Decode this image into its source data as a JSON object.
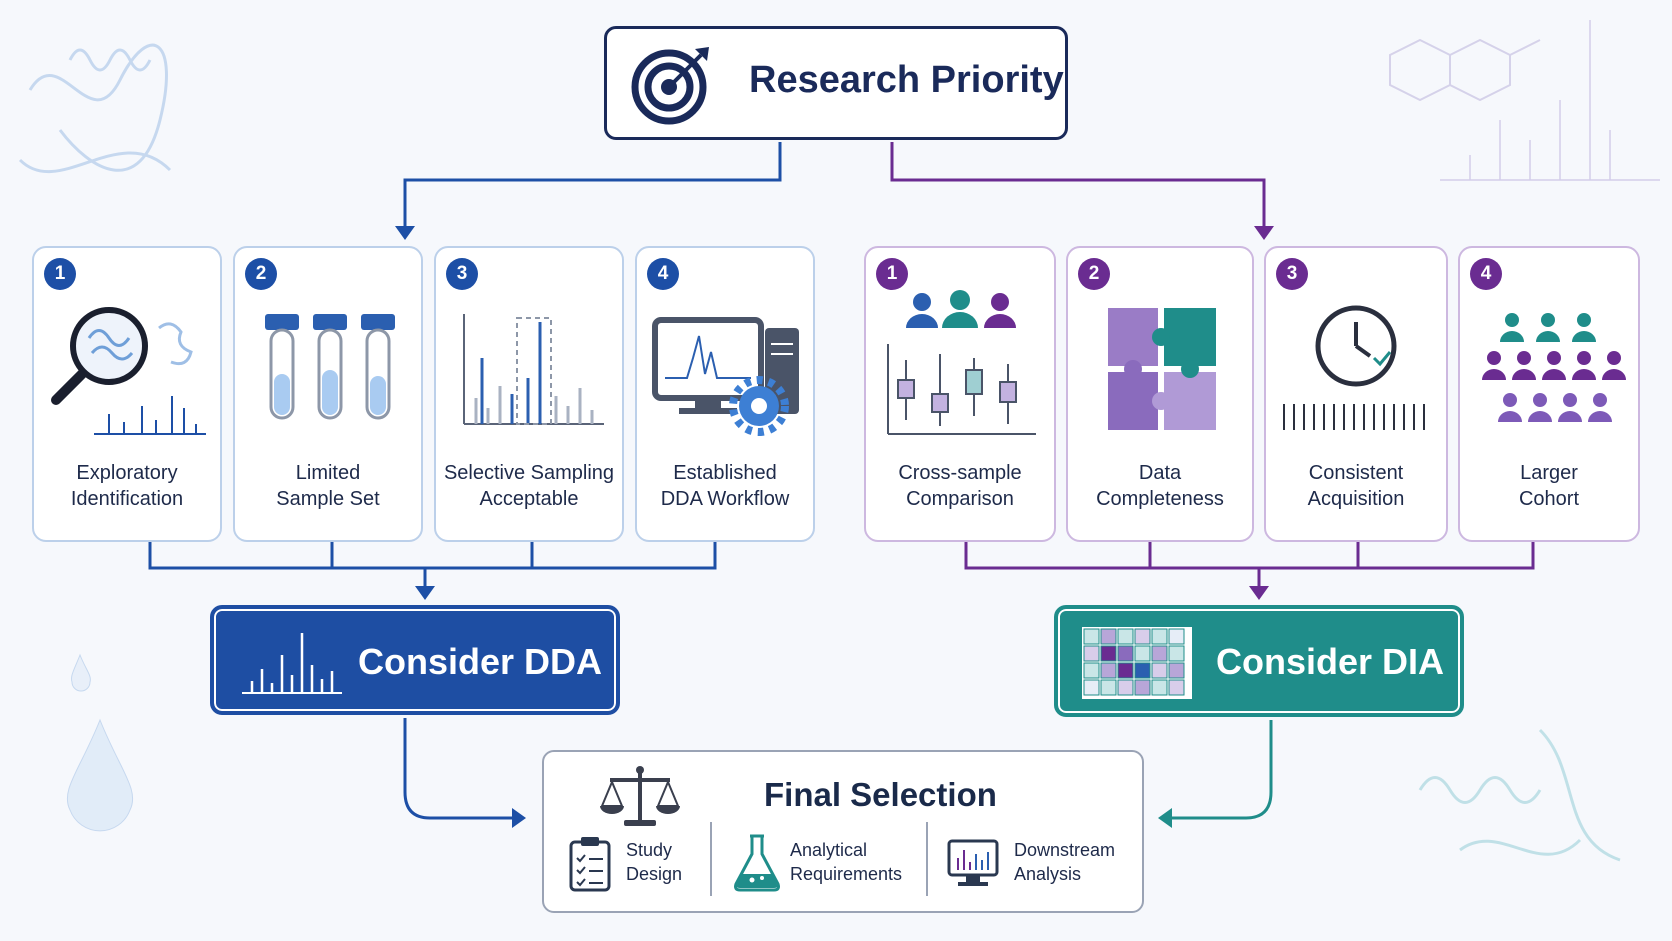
{
  "top": {
    "title": "Research Priority",
    "icon": "target-icon"
  },
  "dda": {
    "color": "#1e4ea3",
    "criteria": [
      {
        "num": "1",
        "line1": "Exploratory",
        "line2": "Identification",
        "icon": "magnifier-spectrum-icon"
      },
      {
        "num": "2",
        "line1": "Limited",
        "line2": "Sample Set",
        "icon": "test-tubes-icon"
      },
      {
        "num": "3",
        "line1": "Selective Sampling",
        "line2": "Acceptable",
        "icon": "selected-peak-icon"
      },
      {
        "num": "4",
        "line1": "Established",
        "line2": "DDA Workflow",
        "icon": "computer-gear-icon"
      }
    ],
    "result": "Consider DDA"
  },
  "dia": {
    "color": "#6a2c91",
    "criteria": [
      {
        "num": "1",
        "line1": "Cross-sample",
        "line2": "Comparison",
        "icon": "people-boxplot-icon"
      },
      {
        "num": "2",
        "line1": "Data",
        "line2": "Completeness",
        "icon": "puzzle-icon"
      },
      {
        "num": "3",
        "line1": "Consistent",
        "line2": "Acquisition",
        "icon": "clock-icon"
      },
      {
        "num": "4",
        "line1": "Larger",
        "line2": "Cohort",
        "icon": "crowd-icon"
      }
    ],
    "result": "Consider DIA",
    "result_color": "#1f8d8a"
  },
  "final": {
    "title": "Final Selection",
    "icon": "scales-icon",
    "items": [
      {
        "line1": "Study",
        "line2": "Design",
        "icon": "clipboard-checklist-icon"
      },
      {
        "line1": "Analytical",
        "line2": "Requirements",
        "icon": "flask-icon"
      },
      {
        "line1": "Downstream",
        "line2": "Analysis",
        "icon": "monitor-chart-icon"
      }
    ]
  }
}
